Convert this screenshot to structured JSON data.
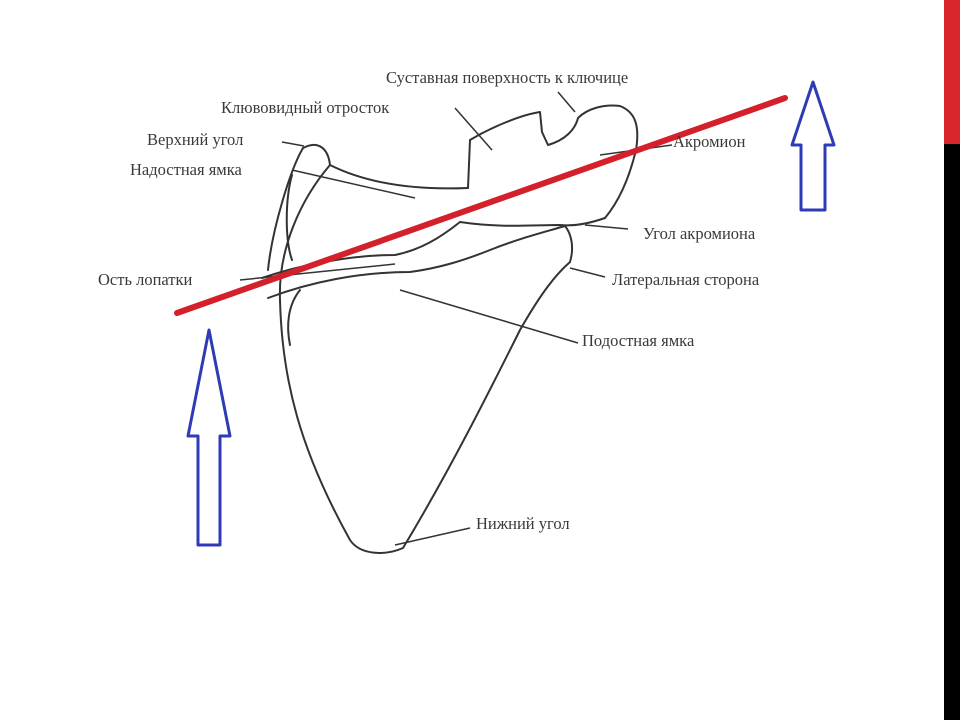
{
  "labels": {
    "articular_surface": "Суставная поверхность к ключице",
    "coracoid": "Клювовидный отросток",
    "superior_angle": "Верхний угол",
    "supraspinous": "Надостная ямка",
    "acromion": "Акромион",
    "acromion_angle": "Угол акромиона",
    "spine": "Ость лопатки",
    "lateral_border": "Латеральная сторона",
    "infraspinous": "Подостная ямка",
    "inferior_angle": "Нижний угол"
  },
  "colors": {
    "axis_line": "#d4202a",
    "arrows": "#2f3bb5",
    "sidebar_top": "#d9262d",
    "sidebar_bottom": "#000000",
    "outline": "#333333"
  }
}
